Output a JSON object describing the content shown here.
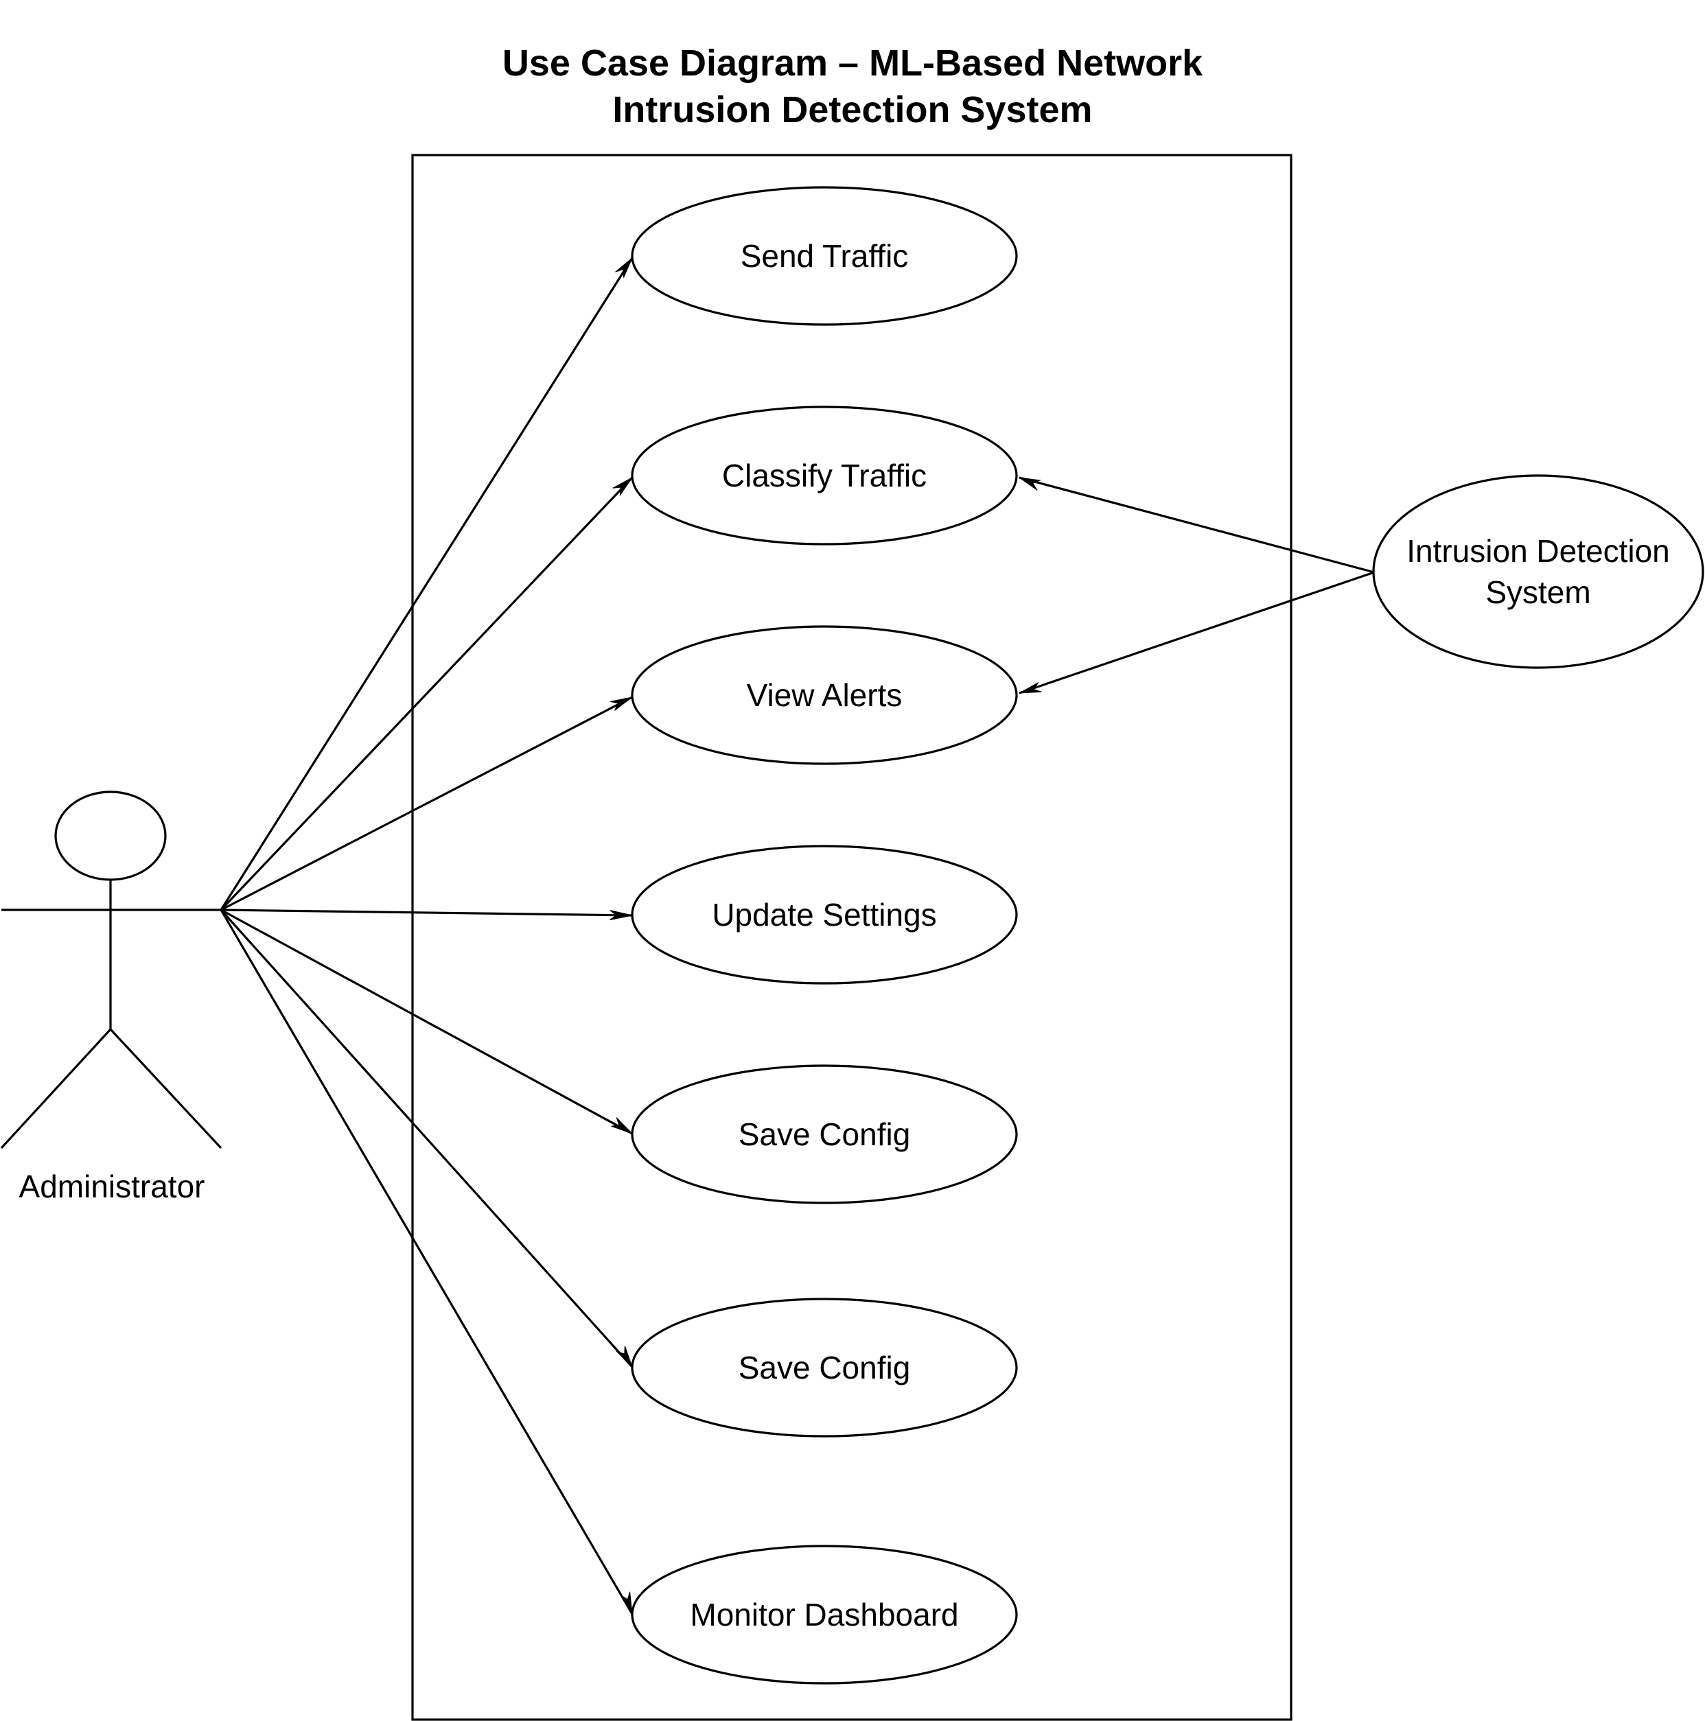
{
  "title": {
    "line1": "Use Case Diagram – ML-Based Network",
    "line2": "Intrusion Detection System"
  },
  "actors": {
    "administrator": {
      "label": "Administrator"
    },
    "ids": {
      "label_line1": "Intrusion Detection",
      "label_line2": "System"
    }
  },
  "use_cases": [
    {
      "label": "Send Traffic"
    },
    {
      "label": "Classify Traffic"
    },
    {
      "label": "View Alerts"
    },
    {
      "label": "Update Settings"
    },
    {
      "label": "Save Config"
    },
    {
      "label": "Save Config"
    },
    {
      "label": "Monitor Dashboard"
    }
  ],
  "relationships": [
    {
      "from": "Administrator",
      "to": "Send Traffic"
    },
    {
      "from": "Administrator",
      "to": "Classify Traffic"
    },
    {
      "from": "Administrator",
      "to": "View Alerts"
    },
    {
      "from": "Administrator",
      "to": "Update Settings"
    },
    {
      "from": "Administrator",
      "to": "Save Config"
    },
    {
      "from": "Administrator",
      "to": "Save Config"
    },
    {
      "from": "Administrator",
      "to": "Monitor Dashboard"
    },
    {
      "from": "Intrusion Detection System",
      "to": "Classify Traffic"
    },
    {
      "from": "Intrusion Detection System",
      "to": "View Alerts"
    }
  ],
  "colors": {
    "stroke": "#000000",
    "background": "#ffffff"
  }
}
